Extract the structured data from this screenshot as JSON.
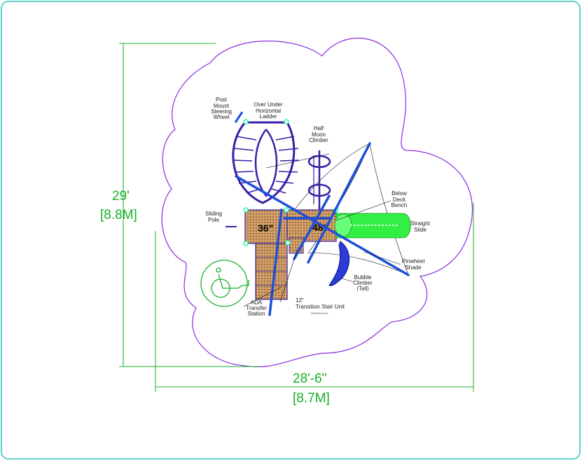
{
  "dimensions": {
    "height_ft": "29'",
    "height_m": "[8.8M]",
    "width_ft": "28'-6\"",
    "width_m": "[8.7M]"
  },
  "decks": {
    "left": "36\"",
    "right": "48\""
  },
  "labels": {
    "steering_wheel": [
      "Post",
      "Mount",
      "Steering",
      "Wheel"
    ],
    "ladder": [
      "Over Under",
      "Horizontal",
      "Ladder"
    ],
    "half_moon": [
      "Half",
      "Moon",
      "Climber"
    ],
    "bench": [
      "Below",
      "Deck",
      "Bench"
    ],
    "sliding_pole": [
      "Sliding",
      "Pole"
    ],
    "slide": [
      "Straight",
      "Slide"
    ],
    "pinwheel": [
      "Pinwheel",
      "Shade"
    ],
    "bubble": [
      "Bubble",
      "Climber",
      "(Tall)"
    ],
    "ada": [
      "ADA",
      "Transfer",
      "Station"
    ],
    "stair_size": "12\"",
    "stair": "Transition Stair Unit",
    "stair_note": "(Wheelhouse)"
  },
  "colors": {
    "border": "#2fc4b8",
    "outline": "#8a2be2",
    "dimension": "#18b02a",
    "structure": "#3b1ea8",
    "shade": "#1f4fd8",
    "slide": "#33ee44",
    "deck": "#c8955c"
  }
}
